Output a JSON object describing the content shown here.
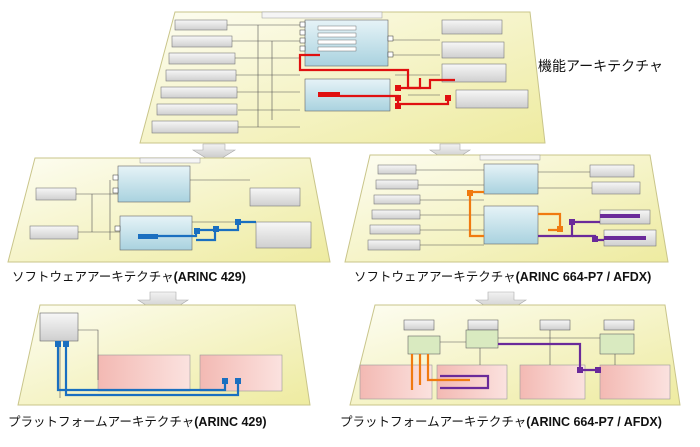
{
  "labels": {
    "functional_arch": "機能アーキテクチャ",
    "software_arch_429": {
      "main": "ソフトウェアアーキテクチャ",
      "sub": "(ARINC 429)"
    },
    "software_arch_664": {
      "main": "ソフトウェアアーキテクチャ",
      "sub": "(ARINC 664-P7 / AFDX)"
    },
    "platform_arch_429": {
      "main": "プラットフォームアーキテクチャ",
      "sub": "(ARINC 429)"
    },
    "platform_arch_664": {
      "main": "プラットフォームアーキテクチャ",
      "sub": "(ARINC 664-P7 / AFDX)"
    }
  },
  "colors": {
    "panel_fill": "#f4f1b0",
    "panel_fill_light": "#fafad6",
    "component_blue": "#c9e3ec",
    "component_gray": "#dcdcdc",
    "platform_red": "#efb0aa",
    "link_red": "#e01010",
    "link_blue": "#1a6fc0",
    "link_orange": "#f07a10",
    "link_purple": "#6a2a9a",
    "arrow_gray": "#c8c8c8"
  }
}
